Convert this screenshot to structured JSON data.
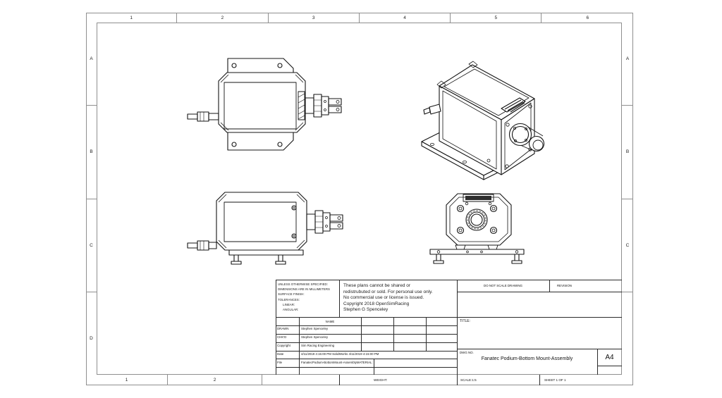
{
  "frame": {
    "top_zones": [
      "1",
      "2",
      "3",
      "4",
      "5",
      "6"
    ],
    "bottom_zones": [
      "1",
      "2"
    ],
    "left_zones": [
      "A",
      "B",
      "C",
      "D"
    ],
    "right_zones": [
      "A",
      "B",
      "C"
    ]
  },
  "title_block": {
    "tolerances": [
      "UNLESS OTHERWISE SPECIFIED:",
      "DIMENSIONS ARE IN MILLIMETERS",
      "SURFACE FINISH:",
      "TOLERANCES:",
      "LINEAR:",
      "ANGULAR:"
    ],
    "license": [
      "These plans cannot be shared or",
      "redistrubuted or sold. For personal use only.",
      "No commercial use or license is issued.",
      "Copyright 2018 OpenSimRacing",
      "Stephen G Spenceley"
    ],
    "do_not_scale": "DO NOT SCALE DRAWING",
    "revision": "REVISION",
    "title_label": "TITLE:",
    "table": {
      "name_header": "NAME",
      "rows": [
        {
          "label": "DRAWN",
          "value": "Stephen Spenceley"
        },
        {
          "label": "CHK'D",
          "value": "Stephen Spenceley"
        },
        {
          "label": "Copyright",
          "value": "Sim Racing Engineering"
        },
        {
          "label": "Date",
          "value": "4/11/2019 4:15:00 PM SolidWorks 4/11/2019 4:15:00 PM"
        },
        {
          "label": "File",
          "value": "FanatecPodium-BottomMount-Assembly"
        }
      ],
      "material_label": "MATERIAL:"
    },
    "dwg": {
      "label": "DWG NO.",
      "value": "Fanatec Podium-Bottom Mount-Assembly",
      "size": "A4"
    },
    "footer": {
      "weight": "WEIGHT:",
      "scale": "SCALE:1:5",
      "sheet": "SHEET 1 OF 1"
    }
  }
}
